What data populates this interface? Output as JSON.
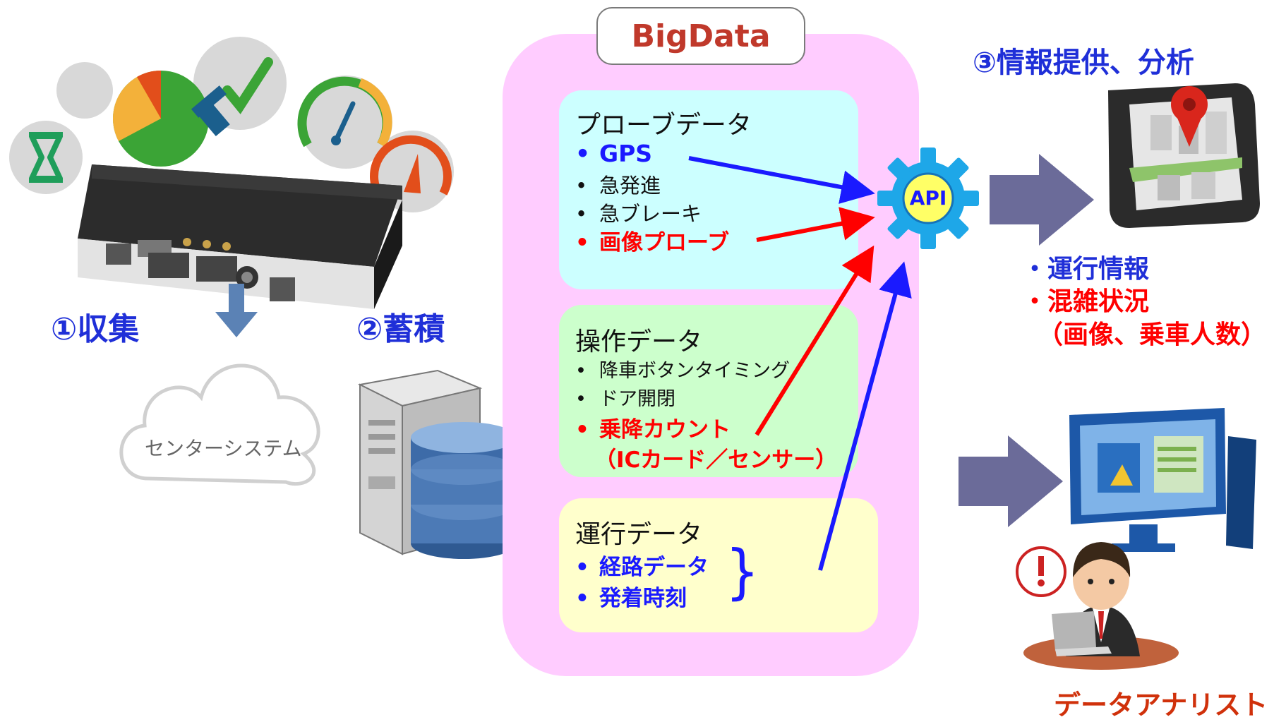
{
  "steps": {
    "collect": "①収集",
    "store": "②蓄積",
    "provide": "③情報提供、分析"
  },
  "cloud_label": "センターシステム",
  "bigdata": {
    "title": "BigData",
    "probe": {
      "title": "プローブデータ",
      "items": [
        "GPS",
        "急発進",
        "急ブレーキ",
        "画像プローブ"
      ]
    },
    "operation": {
      "title": "操作データ",
      "items": [
        "降車ボタンタイミング",
        "ドア開閉",
        "乗降カウント"
      ],
      "sub": "（ICカード／センサー）"
    },
    "running": {
      "title": "運行データ",
      "items": [
        "経路データ",
        "発着時刻"
      ],
      "brace": "}"
    }
  },
  "api_label": "API",
  "outputs": {
    "item1": "・運行情報",
    "item2": "・混雑状況",
    "item2_sub": "（画像、乗車人数）"
  },
  "bullet": "•",
  "analyst_label": "データアナリスト",
  "colors": {
    "step_blue": "#1f2fd8",
    "red": "#ff0000",
    "blue": "#1a1aff",
    "panel_pink": "#ffccff",
    "probe_bg": "#ccffff",
    "ops_bg": "#ccffcc",
    "run_bg": "#ffffcc",
    "gear": "#1ea7e8",
    "arrow_purple": "#6b6b99"
  },
  "icons": {
    "device": "vehicle-device-icon",
    "cloud": "cloud-icon",
    "server": "server-database-icon",
    "gear": "api-gear-icon",
    "phone": "smartphone-map-icon",
    "monitor": "monitor-icon",
    "analyst": "analyst-person-icon"
  }
}
